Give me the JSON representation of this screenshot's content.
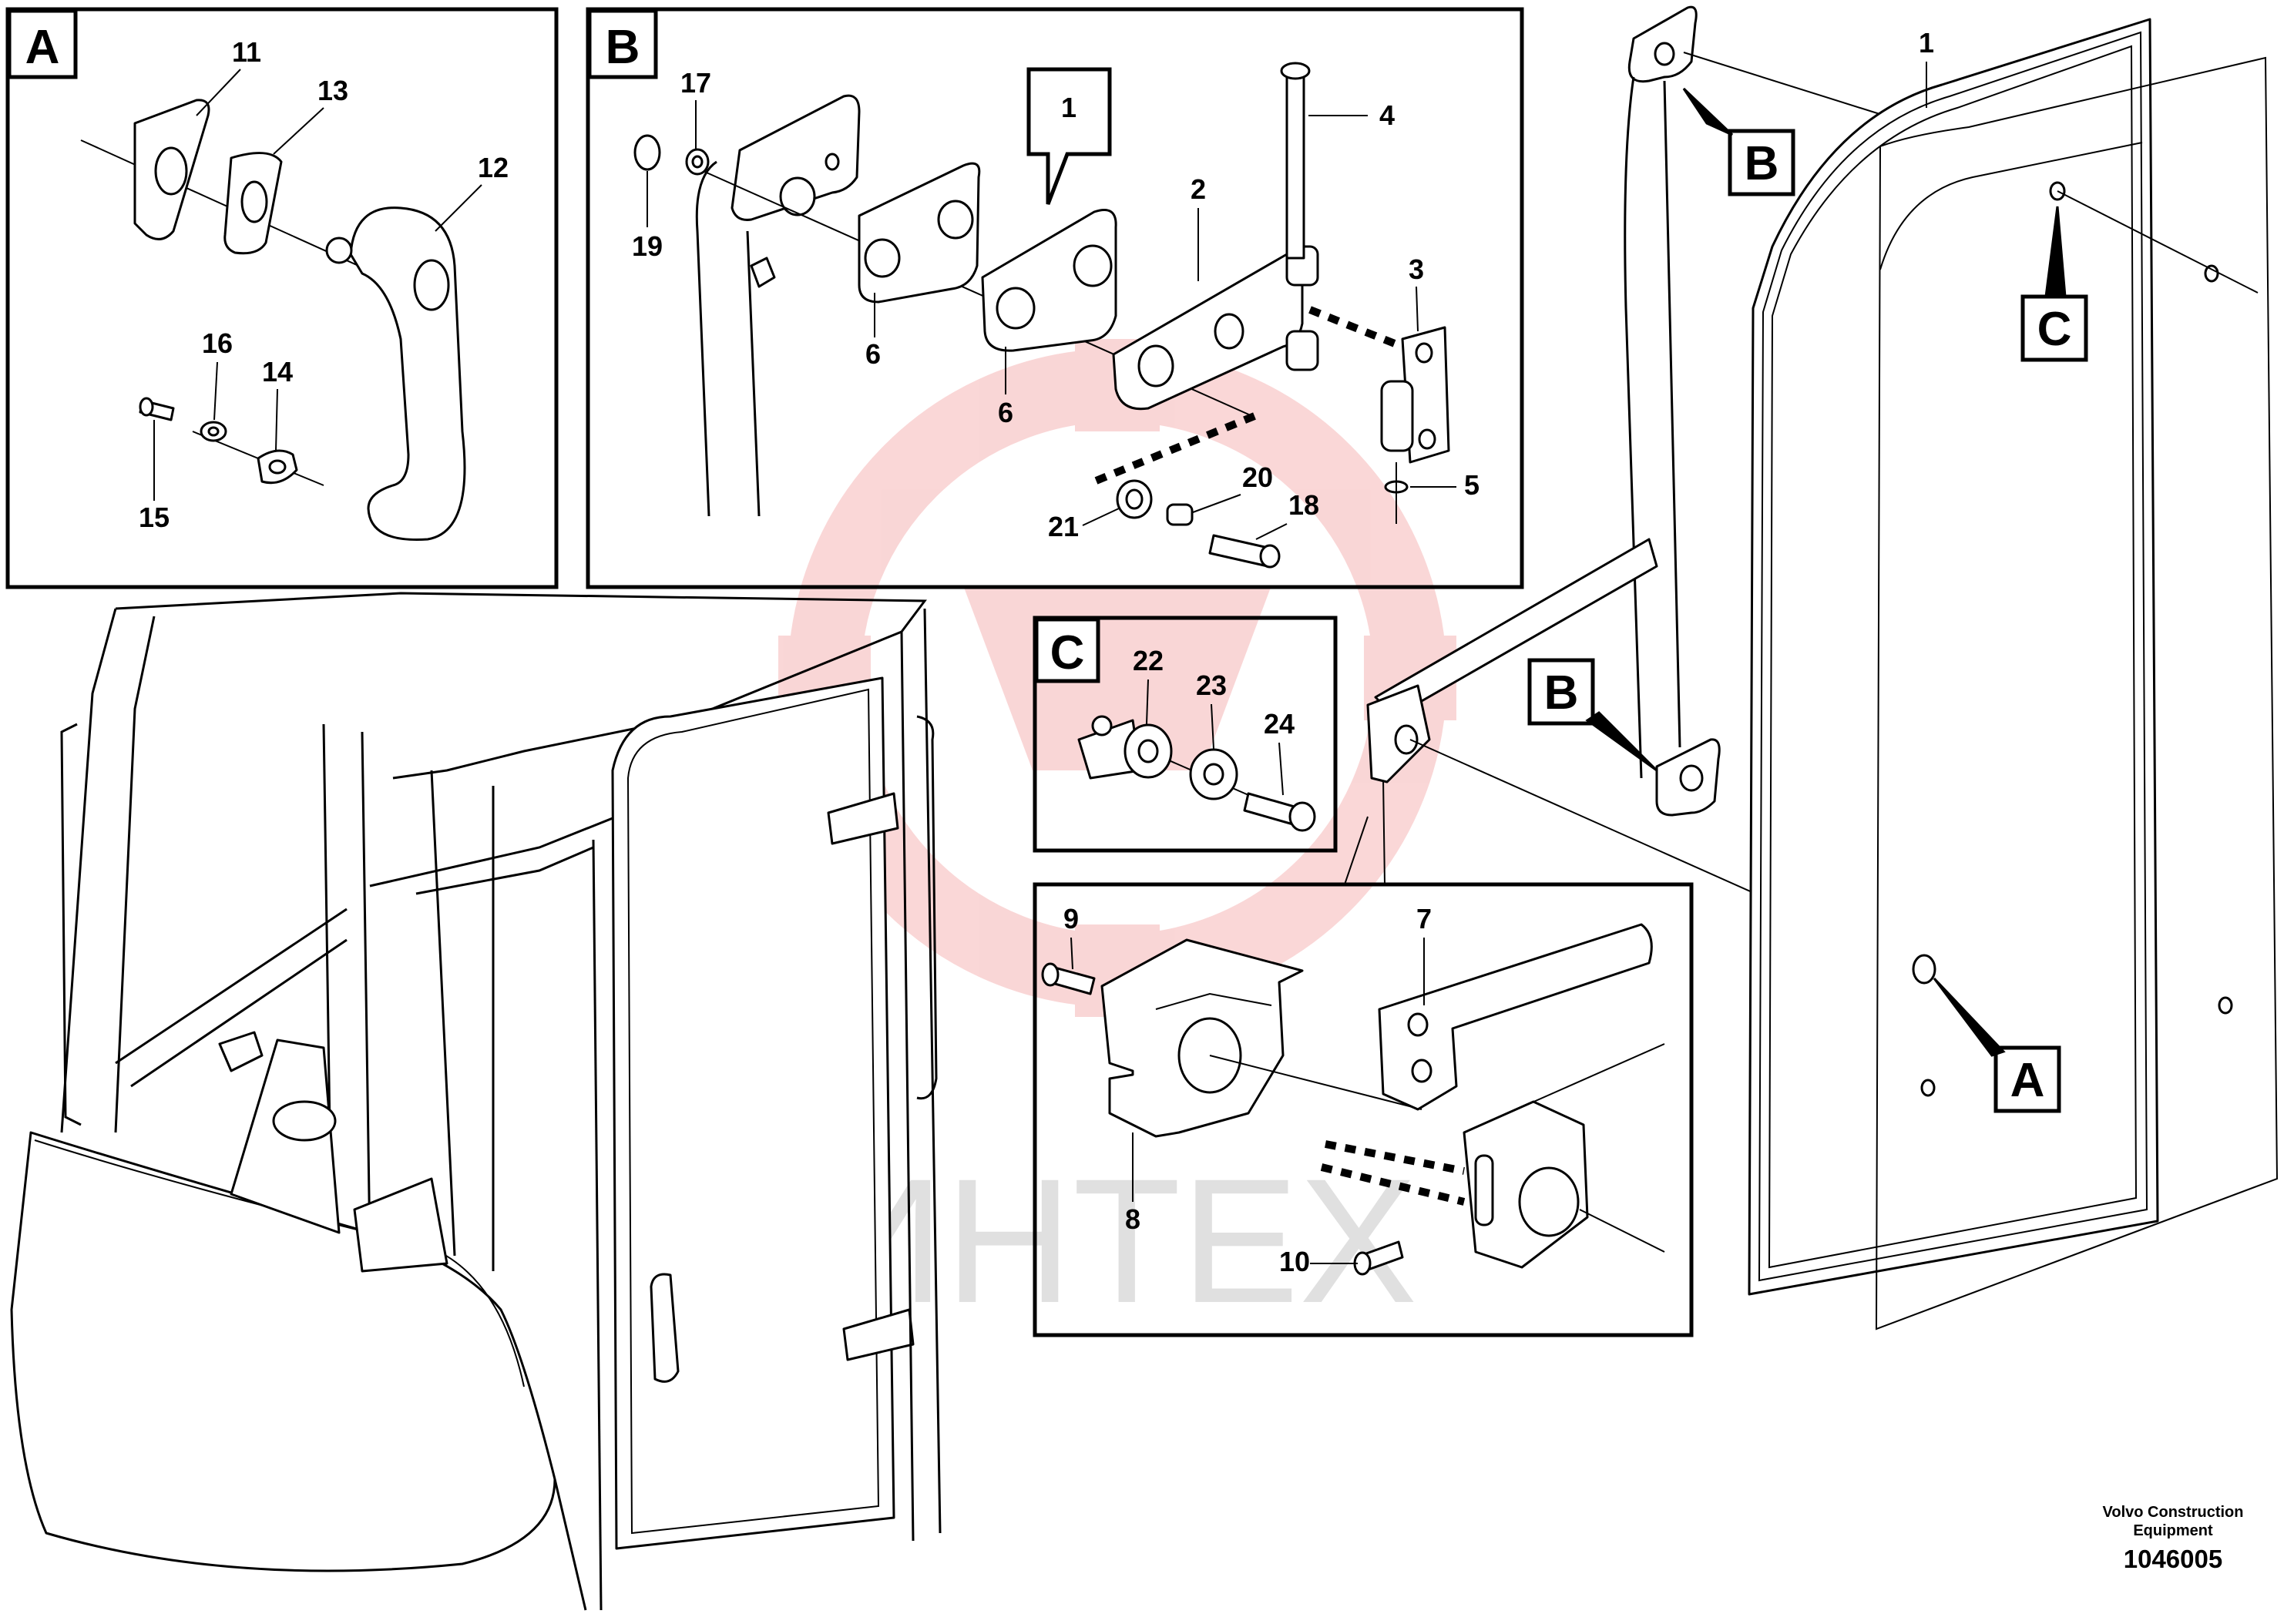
{
  "watermark": {
    "text": "ИНТЕХ",
    "color": "#e8484a"
  },
  "insets": {
    "A": {
      "tag": "A",
      "callouts": [
        "11",
        "13",
        "12",
        "16",
        "14",
        "15"
      ]
    },
    "B": {
      "tag": "B",
      "callouts": [
        "17",
        "19",
        "1",
        "2",
        "4",
        "3",
        "6",
        "6",
        "5",
        "20",
        "18",
        "21"
      ]
    },
    "C": {
      "tag": "C",
      "callouts": [
        "22",
        "23",
        "24"
      ]
    },
    "D": {
      "callouts": [
        "9",
        "7",
        "8",
        "10"
      ]
    }
  },
  "main_view": {
    "refs": [
      "B",
      "C",
      "B",
      "A"
    ],
    "callouts": [
      "1"
    ]
  },
  "footer": {
    "brand_line1": "Volvo Construction",
    "brand_line2": "Equipment",
    "doc_id": "1046005"
  }
}
